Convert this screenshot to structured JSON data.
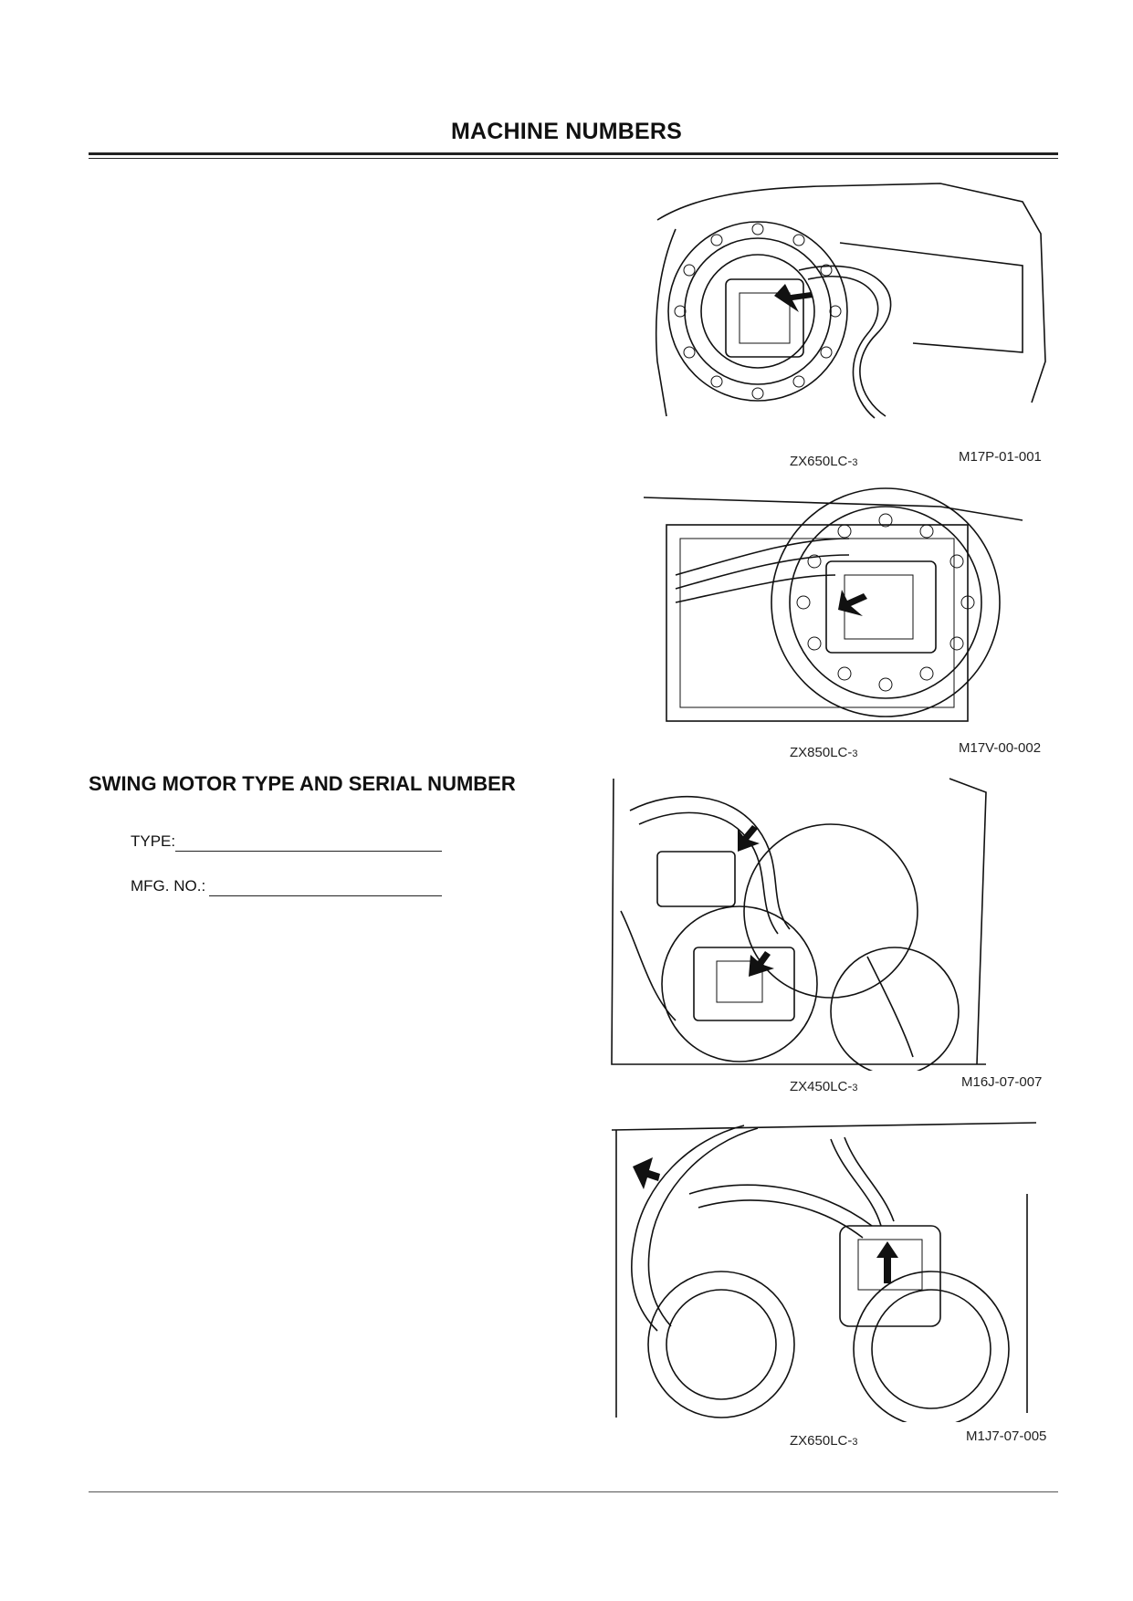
{
  "page": {
    "title": "MACHINE NUMBERS"
  },
  "section": {
    "heading": "SWING MOTOR TYPE AND SERIAL NUMBER",
    "fields": [
      {
        "label": "TYPE:"
      },
      {
        "label": "MFG. NO.:"
      }
    ]
  },
  "figures": [
    {
      "model": "ZX650LC-",
      "model_suffix": "3",
      "code": "M17P-01-001",
      "icon": "travel-motor-illustration"
    },
    {
      "model": "ZX850LC-",
      "model_suffix": "3",
      "code": "M17V-00-002",
      "icon": "travel-motor-illustration"
    },
    {
      "model": "ZX450LC-",
      "model_suffix": "3",
      "code": "M16J-07-007",
      "icon": "swing-motor-illustration"
    },
    {
      "model": "ZX650LC-",
      "model_suffix": "3",
      "code": "M1J7-07-005",
      "icon": "swing-motor-illustration"
    }
  ]
}
